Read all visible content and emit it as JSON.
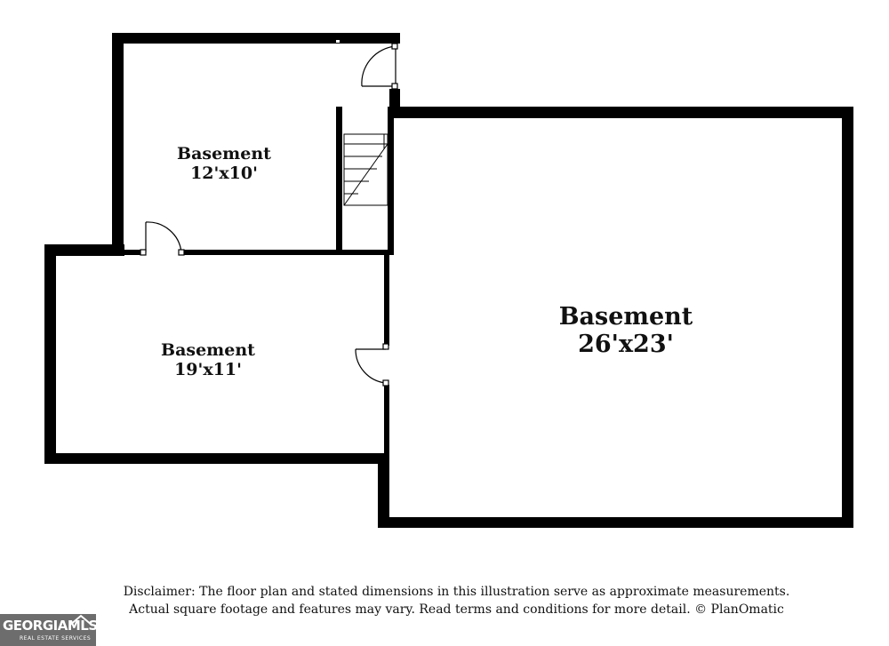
{
  "rooms": [
    {
      "name": "Basement",
      "dimensions": "12'x10'"
    },
    {
      "name": "Basement",
      "dimensions": "19'x11'"
    },
    {
      "name": "Basement",
      "dimensions": "26'x23'"
    }
  ],
  "disclaimer": {
    "line1": "Disclaimer: The floor plan and stated dimensions in this illustration serve as approximate measurements.",
    "line2": "Actual square footage and features may vary. Read terms and conditions for more detail. © PlanOmatic"
  },
  "logo": {
    "text": "GEORGIAMLS",
    "tagline": "REAL ESTATE SERVICES"
  },
  "colors": {
    "wall": "#000000",
    "background": "#ffffff",
    "logo_bg": "#6d6d6d"
  }
}
